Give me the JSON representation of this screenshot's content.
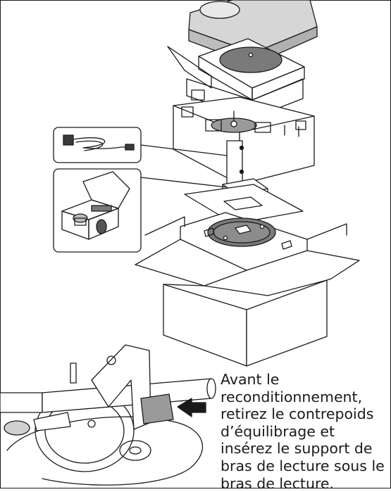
{
  "caption": {
    "lines": [
      "Avant le",
      "reconditionnement,",
      "retirez le contrepoids",
      "d’équilibrage et",
      "insérez le support de",
      "bras de lecture sous le",
      "bras de lecture."
    ]
  },
  "colors": {
    "line": "#1a1a1a",
    "lid_fill": "#cfcfcf",
    "platter_fill": "#7a7a7a",
    "arrow_fill": "#1a1a1a",
    "counterweight_fill": "#9a9a9a"
  }
}
